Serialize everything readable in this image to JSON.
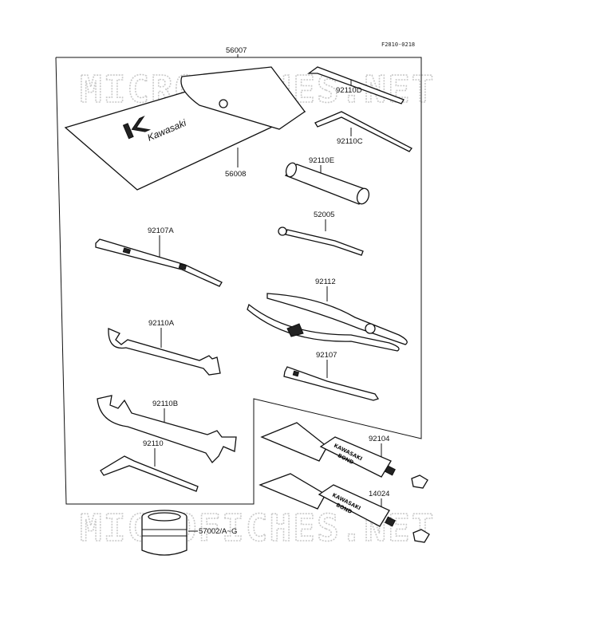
{
  "drawing_code": "F2810-0218",
  "watermark_text": "MICROFICHES.NET",
  "brand_text": "Kawasaki",
  "tube_label_line1": "KAWASAKI",
  "tube_label_line2": "BOND",
  "parts": {
    "p56007": "56007",
    "p56008": "56008",
    "p92110D": "92110D",
    "p92110C": "92110C",
    "p92110E": "92110E",
    "p52005": "52005",
    "p92107A": "92107A",
    "p92112": "92112",
    "p92110A": "92110A",
    "p92107": "92107",
    "p92110B": "92110B",
    "p92104": "92104",
    "p92110": "92110",
    "p14024": "14024",
    "p57002": "57002/A~G"
  }
}
